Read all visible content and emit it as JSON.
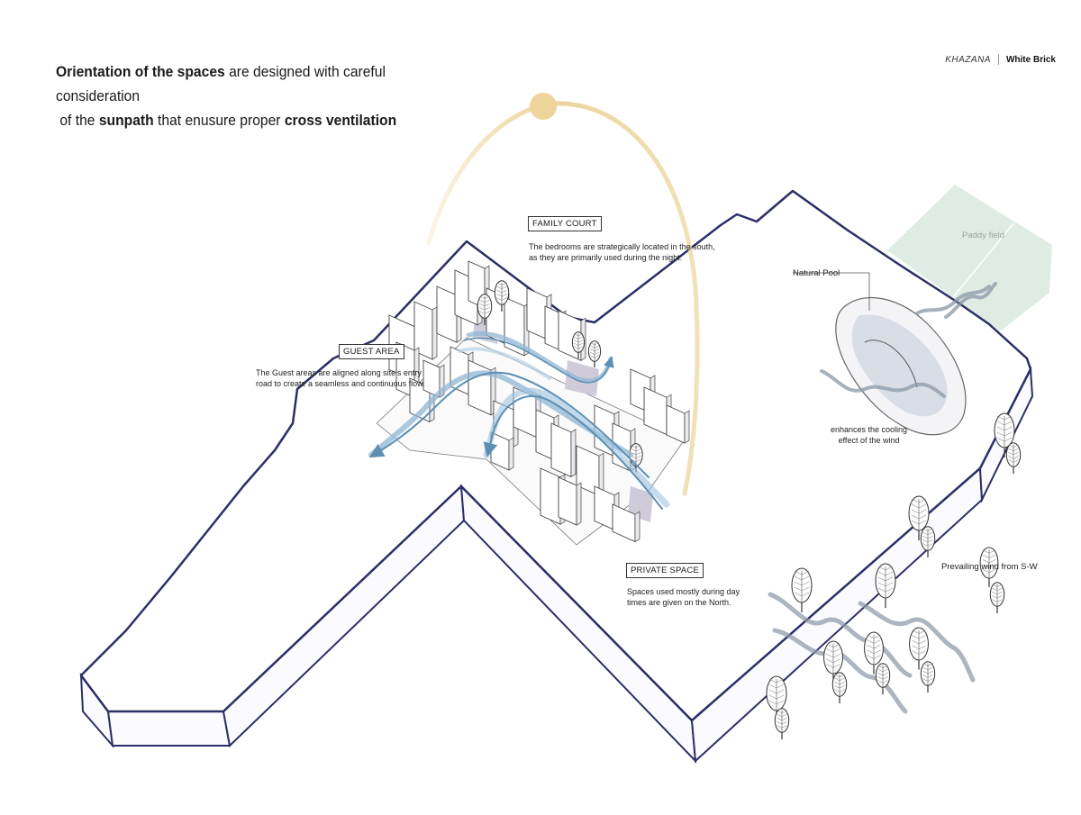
{
  "headline": {
    "line1_strong": "Orientation of the spaces",
    "line1_rest": " are designed with careful consideration",
    "line2_a": "of the ",
    "line2_strong1": "sunpath",
    "line2_b": " that enusure proper ",
    "line2_strong2": "cross ventilation"
  },
  "brand": {
    "name": "KHAZANA",
    "studio": "White Brick"
  },
  "zones": {
    "family_court": {
      "title": "FAMILY COURT",
      "note_1": "The bedrooms are strategically located in the south,",
      "note_2": "as they are primarily used during the night."
    },
    "guest_area": {
      "title": "GUEST AREA",
      "note_1": "The Guest areas are aligned along site's entry",
      "note_2": "road to create a seamless and continuous flow."
    },
    "private_space": {
      "title": "PRIVATE SPACE",
      "note_1": "Spaces used mostly during day",
      "note_2": "times are given on the North."
    }
  },
  "labels": {
    "paddy": "Paddy field",
    "pool": "Natural Pool",
    "cooling_1": "enhances the cooling",
    "cooling_2": "effect of the wind",
    "wind": "Prevailing wind from S-W"
  },
  "colors": {
    "site_outline": "#2b2f66",
    "sun": "#ecd49a",
    "wind_arrow": "#5b8fb4",
    "paddy": "#dfece3",
    "pool": "#d9dde6"
  },
  "icons": [
    "sun-icon",
    "tree-icon",
    "wind-arrow-icon"
  ]
}
